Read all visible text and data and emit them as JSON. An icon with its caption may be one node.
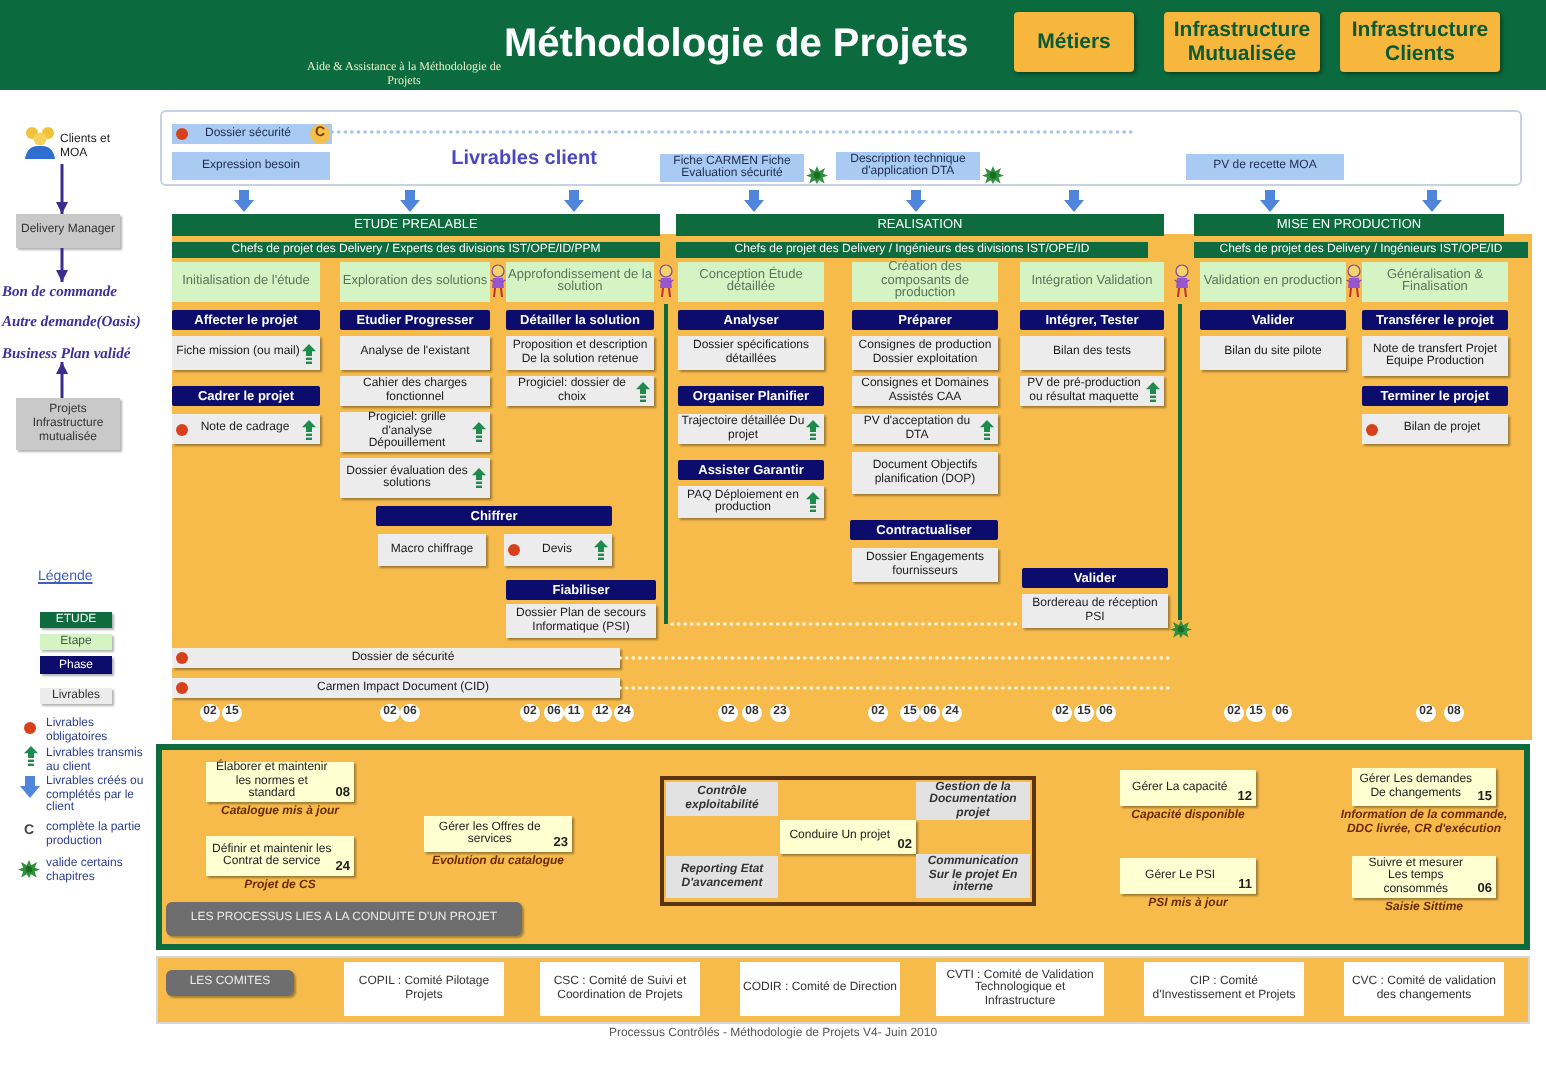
{
  "diagram": {
    "title": "Méthodologie de Projets",
    "caption": "Processus Contrôlés - Méthodologie de Projets V4- Juin 2010",
    "nodes": [
      {
        "text": [
          "Métiers"
        ]
      },
      {
        "text": [
          "Infrastructure Mutualisée"
        ]
      },
      {
        "text": [
          "Infrastructure Clients"
        ]
      },
      {
        "text": [
          "Clients et MOA"
        ]
      },
      {
        "text": [
          "Delivery Manager"
        ]
      },
      {
        "text": [
          "Bon de commande"
        ]
      },
      {
        "text": [
          "Business Plan validé"
        ]
      },
      {
        "text": [
          "Projets Infrastructure mutualisée"
        ]
      },
      {
        "text": [
          "Livrables client"
        ]
      },
      {
        "text": [
          "Dossier sécurité",
          "C"
        ],
        "in": 8
      },
      {
        "text": [
          "Expression besoin"
        ],
        "in": 8
      },
      {
        "text": [
          "Fiche CARMEN Fiche Evaluation sécurité"
        ],
        "in": 8
      },
      {
        "text": [
          "Description technique d'application DTA"
        ],
        "in": 8
      },
      {
        "text": [
          "PV de recette MOA"
        ],
        "in": 8
      },
      {
        "text": [
          "ETUDE PREALABLE"
        ]
      },
      {
        "text": [
          "REALISATION"
        ]
      },
      {
        "text": [
          "MISE EN PRODUCTION"
        ]
      },
      {
        "text": [
          "Chefs de projet des Delivery / Experts des divisions IST/OPE/ID/PPM"
        ]
      },
      {
        "text": [
          "Chefs de projet des Delivery / Ingénieurs des divisions IST/OPE/ID"
        ]
      },
      {
        "text": [
          "Chefs de projet des Delivery / Ingénieurs IST/OPE/ID"
        ]
      },
      {
        "text": [
          "Initialisation de l'étude"
        ]
      },
      {
        "text": [
          "Exploration des solutions"
        ]
      },
      {
        "text": [
          "Approfondissement de la solution"
        ]
      },
      {
        "text": [
          "Conception Étude détaillée"
        ]
      },
      {
        "text": [
          "Création des composants de production"
        ]
      },
      {
        "text": [
          "Intégration Validation"
        ]
      },
      {
        "text": [
          "Validation en production"
        ]
      },
      {
        "text": [
          "Généralisation & Finalisation"
        ]
      },
      {
        "text": [
          "Affecter le projet"
        ]
      },
      {
        "text": [
          "Fiche mission (ou mail)"
        ]
      },
      {
        "text": [
          "Cadrer le projet"
        ]
      },
      {
        "text": [
          "Note de cadrage"
        ]
      },
      {
        "text": [
          "Etudier Progresser"
        ]
      },
      {
        "text": [
          "Analyse de l'existant"
        ]
      },
      {
        "text": [
          "Cahier des charges fonctionnel"
        ]
      },
      {
        "text": [
          "Progiciel: grille d'analyse Dépouillement"
        ]
      },
      {
        "text": [
          "Dossier évaluation des solutions"
        ]
      },
      {
        "text": [
          "Détailler la solution"
        ]
      },
      {
        "text": [
          "Proposition et description De la solution retenue"
        ]
      },
      {
        "text": [
          "Progiciel: dossier de choix"
        ]
      },
      {
        "text": [
          "Chiffrer"
        ]
      },
      {
        "text": [
          "Macro chiffrage"
        ]
      },
      {
        "text": [
          "Devis"
        ]
      },
      {
        "text": [
          "Fiabiliser"
        ]
      },
      {
        "text": [
          "Dossier Plan de secours Informatique (PSI)"
        ]
      },
      {
        "text": [
          "Analyser"
        ]
      },
      {
        "text": [
          "Dossier spécifications détaillées"
        ]
      },
      {
        "text": [
          "Organiser Planifier"
        ]
      },
      {
        "text": [
          "Trajectoire détaillée Du projet"
        ]
      },
      {
        "text": [
          "Assister Garantir"
        ]
      },
      {
        "text": [
          "PAQ Déploiement en production"
        ]
      },
      {
        "text": [
          "Préparer"
        ]
      },
      {
        "text": [
          "Consignes de production Dossier exploitation"
        ]
      },
      {
        "text": [
          "Consignes et Domaines Assistés CAA"
        ]
      },
      {
        "text": [
          "PV d'acceptation du DTA"
        ]
      },
      {
        "text": [
          "Document Objectifs planification (DOP)"
        ]
      },
      {
        "text": [
          "Contractualiser"
        ]
      },
      {
        "text": [
          "Dossier Engagements fournisseurs"
        ]
      },
      {
        "text": [
          "Intégrer, Tester"
        ]
      },
      {
        "text": [
          "Bilan des tests"
        ]
      },
      {
        "text": [
          "PV de pré-production ou résultat maquette"
        ]
      },
      {
        "text": [
          "Valider"
        ]
      },
      {
        "text": [
          "Bordereau de réception PSI"
        ]
      },
      {
        "text": [
          "Valider"
        ]
      },
      {
        "text": [
          "Bilan du site pilote"
        ]
      },
      {
        "text": [
          "Transférer le projet"
        ]
      },
      {
        "text": [
          "Note de transfert Projet Equipe Production"
        ]
      },
      {
        "text": [
          "Terminer le projet"
        ]
      },
      {
        "text": [
          "Bilan de projet"
        ]
      },
      {
        "text": [
          "Dossier de sécurité"
        ]
      },
      {
        "text": [
          "Carmen Impact Document (CID)"
        ]
      },
      {
        "text": [
          "LES PROCESSUS LIES A LA CONDUITE D'UN PROJET"
        ]
      },
      {
        "text": [
          "Élaborer et maintenir les normes et standard",
          "08"
        ],
        "beside": [
          "Catalogue mis à jour"
        ],
        "in": 71
      },
      {
        "text": [
          "Définir et maintenir les Contrat de service",
          "24"
        ],
        "beside": [
          "Projet de CS"
        ],
        "in": 71
      },
      {
        "text": [
          "Gérer les Offres de services",
          "23"
        ],
        "beside": [
          "Evolution du catalogue"
        ],
        "in": 71
      },
      {
        "text": [],
        "shape": "box",
        "in": 71
      },
      {
        "text": [
          "Contrôle exploitabilité"
        ],
        "in": 75
      },
      {
        "text": [
          "Reporting Etat D'avancement"
        ],
        "in": 75
      },
      {
        "text": [
          "Conduire Un projet",
          "02"
        ],
        "in": 75
      },
      {
        "text": [
          "Gestion de la Documentation projet"
        ],
        "in": 75
      },
      {
        "text": [
          "Communication Sur le projet En interne"
        ],
        "in": 75
      },
      {
        "text": [
          "Gérer La capacité",
          "12"
        ],
        "beside": [
          "Capacité disponible"
        ],
        "in": 71
      },
      {
        "text": [
          "Gérer Le PSI",
          "11"
        ],
        "beside": [
          "PSI mis à jour"
        ],
        "in": 71
      },
      {
        "text": [
          "Gérer Les demandes De changements",
          "15"
        ],
        "beside": [
          "Information de la commande, DDC livrée, CR d'exécution"
        ],
        "in": 71
      },
      {
        "text": [
          "Suivre et mesurer Les temps consommés",
          "06"
        ],
        "beside": [
          "Saisie Sittime"
        ],
        "in": 71
      },
      {
        "text": [
          "LES COMITES"
        ]
      },
      {
        "text": [
          "COPIL : Comité Pilotage Projets"
        ],
        "in": 85
      },
      {
        "text": [
          "CSC : Comité de Suivi et Coordination de Projets"
        ],
        "in": 85
      },
      {
        "text": [
          "CODIR : Comité de Direction"
        ],
        "in": 85
      },
      {
        "text": [
          "CVTI : Comité de Validation Technologique et Infrastructure"
        ],
        "in": 85
      },
      {
        "text": [
          "CIP : Comité d'Investissement et Projets"
        ],
        "in": 85
      },
      {
        "text": [
          "CVC : Comité de validation des changements"
        ],
        "in": 85
      }
    ],
    "edges": [
      {
        "from": 3,
        "to": 4,
        "arrow": "to"
      },
      {
        "from": 4,
        "to": 5,
        "arrow": "to"
      },
      {
        "from": 7,
        "to": 6,
        "arrow": "to"
      },
      {
        "from": 9,
        "to": null,
        "arrow": "none",
        "style": "dashed",
        "color": "#a9c4ee"
      },
      {
        "from": 69,
        "to": null,
        "arrow": "none",
        "style": "dashed",
        "color": "#fff4dc"
      },
      {
        "from": 70,
        "to": null,
        "arrow": "none",
        "style": "dashed",
        "color": "#fff4dc"
      }
    ],
    "labels": [
      "Aide & Assistance à la Méthodologie de Projets",
      "Autre demande(Oasis)",
      "Légende",
      "02",
      "15",
      "02",
      "06",
      "02",
      "06",
      "11",
      "12",
      "24",
      "02",
      "08",
      "23",
      "02",
      "15",
      "06",
      "24",
      "02",
      "15",
      "06",
      "02",
      "15",
      "06",
      "02",
      "08",
      "C"
    ],
    "legend": [
      {
        "text": "ETUDE",
        "color": "#0d6b3d"
      },
      {
        "text": "Etape",
        "color": "#d5f4c4"
      },
      {
        "text": "Phase",
        "color": "#0c0c6c"
      },
      {
        "text": "Livrables",
        "color": "#ececec"
      },
      {
        "text": "Livrables obligatoires"
      },
      {
        "text": "Livrables transmis au client"
      },
      {
        "text": "Livrables créés ou complétés par le client"
      },
      {
        "text": "complète la partie production"
      },
      {
        "text": "valide certains chapitres"
      }
    ]
  }
}
